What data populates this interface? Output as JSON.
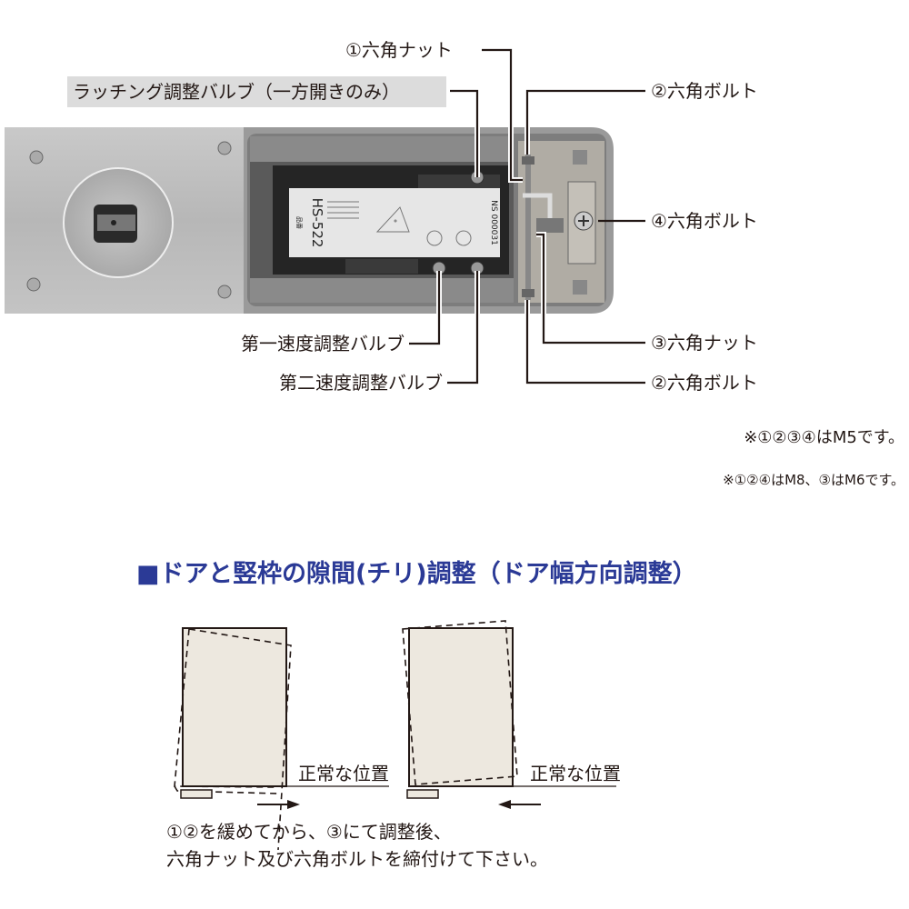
{
  "labels": {
    "nut1": "①六角ナット",
    "latching_valve": "ラッチング調整バルブ（一方開きのみ）",
    "bolt2_top": "②六角ボルト",
    "bolt4": "④六角ボルト",
    "nut3": "③六角ナット",
    "bolt2_bottom": "②六角ボルト",
    "speed1_valve": "第一速度調整バルブ",
    "speed2_valve": "第二速度調整バルブ"
  },
  "product_label": {
    "model": "HS-522",
    "serial": "NS 000031",
    "heading": "品番"
  },
  "notes": [
    "※①②③④はM5です。",
    "※①②④はM8、③はM6です。"
  ],
  "section": {
    "heading": "■ドアと竪枠の隙間(チリ)調整（ドア幅方向調整）",
    "left_diagram_caption": "正常な位置",
    "right_diagram_caption": "正常な位置",
    "instructions": [
      "①②を緩めてから、③にて調整後、",
      "六角ナット及び六角ボルトを締付けて下さい。"
    ]
  },
  "colors": {
    "heading": "#2b3a96",
    "door_fill": "#ede8df",
    "label_highlight": "#dcdcdc"
  }
}
